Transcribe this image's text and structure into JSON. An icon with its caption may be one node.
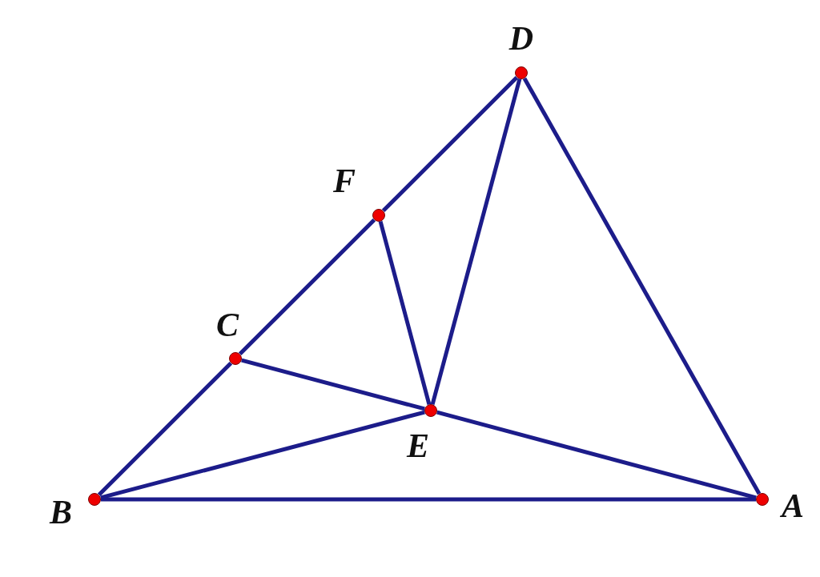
{
  "diagram": {
    "nodes": [
      {
        "text": [],
        "shape": "circle",
        "beside": [
          "D"
        ]
      },
      {
        "text": [],
        "shape": "circle",
        "beside": [
          "F"
        ]
      },
      {
        "text": [],
        "shape": "circle",
        "beside": [
          "C"
        ]
      },
      {
        "text": [],
        "shape": "circle",
        "beside": [
          "E"
        ]
      },
      {
        "text": [],
        "shape": "circle",
        "beside": [
          "B"
        ]
      },
      {
        "text": [],
        "shape": "circle",
        "beside": [
          "A"
        ]
      }
    ],
    "edges": [
      {
        "from": 4,
        "to": 2,
        "arrow": "none"
      },
      {
        "from": 2,
        "to": 1,
        "arrow": "none"
      },
      {
        "from": 1,
        "to": 0,
        "arrow": "none"
      },
      {
        "from": 0,
        "to": 5,
        "arrow": "none"
      },
      {
        "from": 4,
        "to": 5,
        "arrow": "none"
      },
      {
        "from": 4,
        "to": 3,
        "arrow": "none"
      },
      {
        "from": 2,
        "to": 3,
        "arrow": "none"
      },
      {
        "from": 3,
        "to": 5,
        "arrow": "none"
      },
      {
        "from": 1,
        "to": 3,
        "arrow": "none"
      },
      {
        "from": 0,
        "to": 3,
        "arrow": "none"
      }
    ]
  }
}
